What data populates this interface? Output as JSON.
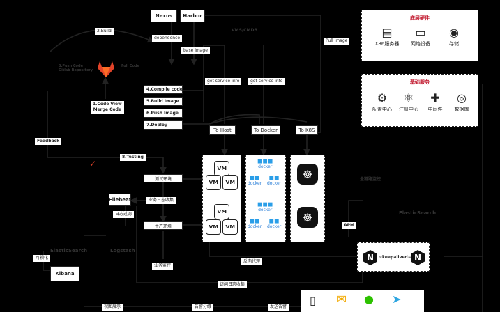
{
  "top": {
    "nexus": "Nexus",
    "harbor": "Harbor",
    "dependence": "dependence",
    "base_image": "base image",
    "vms_label": "VMS/CMDB",
    "pull_image": "Pull Image"
  },
  "gitlab": {
    "build": "2.Build",
    "code_view": "1.Code View\nMerge Code",
    "left_text": "3.Push Code\nGitlab Repository",
    "right_text": "Full Code"
  },
  "steps": {
    "compile": "4.Compile code",
    "build_image": "5.Build Image",
    "push_image": "6.Push Image",
    "deploy": "7.Deploy",
    "testing": "8.Testing",
    "feedback": "Feedback"
  },
  "service_info": [
    "get service info",
    "get service info"
  ],
  "targets": [
    "To Host",
    "To Docker",
    "To K8S"
  ],
  "env": {
    "test_env": "测试环境",
    "prod_env": "生产环境",
    "biz_log": "业务日志收集",
    "log_filter": "日志过滤",
    "biz_monitor": "业务监控",
    "reverse_proxy": "反向代理",
    "access_log": "访问日志收集",
    "visualize": "可视化",
    "view_display": "视图展示",
    "alert_grading": "告警分级",
    "send_alert": "发送告警",
    "apm": "APM",
    "link_monitor": "全链路监控"
  },
  "logging": {
    "filebeat": "Filebeat",
    "logstash": "Logstash",
    "elastic_left": "ElasticSearch",
    "elastic_right": "ElasticSearch",
    "kibana": "Kibana"
  },
  "keepalived": "keepalived",
  "hardware": {
    "title": "底层硬件",
    "items": [
      {
        "label": "X86服务器",
        "icon": "server-icon"
      },
      {
        "label": "网络设备",
        "icon": "network-device-icon"
      },
      {
        "label": "存储",
        "icon": "storage-icon"
      }
    ]
  },
  "basic_services": {
    "title": "基础服务",
    "items": [
      {
        "label": "配置中心",
        "icon": "gear-icon"
      },
      {
        "label": "注册中心",
        "icon": "registry-icon"
      },
      {
        "label": "中间件",
        "icon": "puzzle-icon"
      },
      {
        "label": "数据库",
        "icon": "database-icon"
      }
    ]
  },
  "vm_label": "VM",
  "docker_label": "docker",
  "colors": {
    "accent_red": "#c0142a",
    "docker_blue": "#2a9ee8",
    "gitlab_orange": "#e24329"
  }
}
